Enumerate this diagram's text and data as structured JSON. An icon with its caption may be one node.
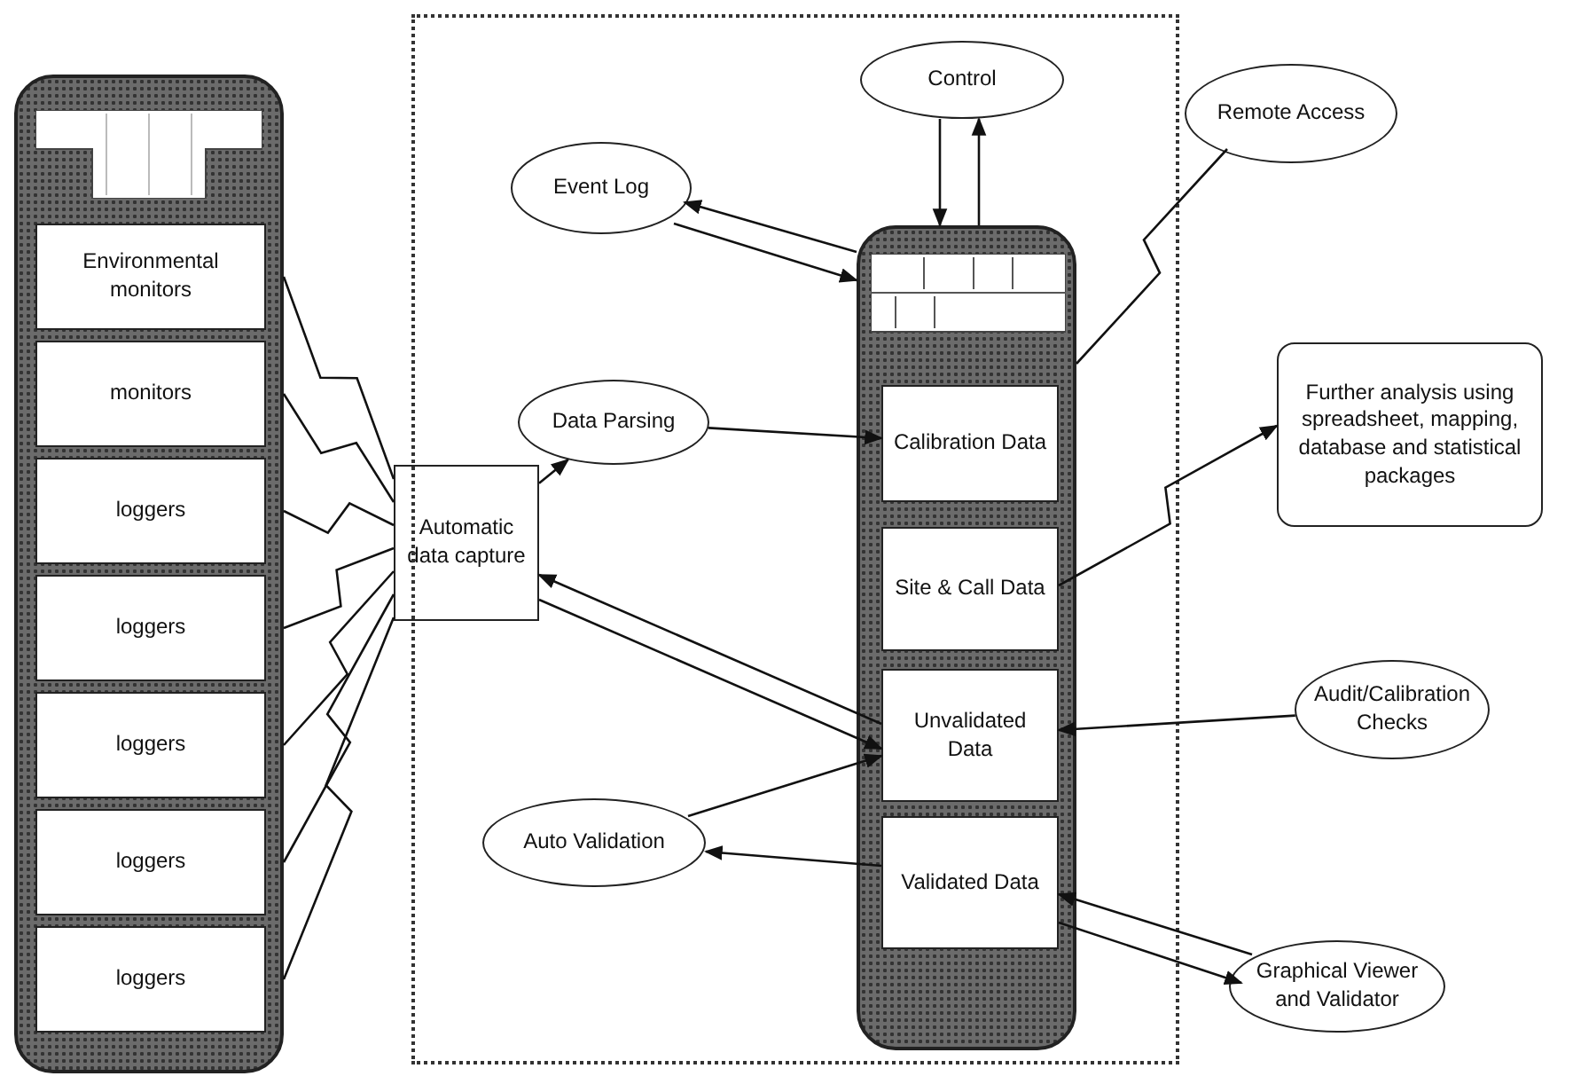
{
  "diagram": {
    "nodes": [
      {
        "text": [],
        "shape": "box"
      },
      {
        "text": [
          "Environmental monitors"
        ],
        "in": 0
      },
      {
        "text": [
          "monitors"
        ],
        "in": 0
      },
      {
        "text": [
          "loggers"
        ],
        "in": 0
      },
      {
        "text": [
          "loggers"
        ],
        "in": 0
      },
      {
        "text": [
          "loggers"
        ],
        "in": 0
      },
      {
        "text": [
          "loggers"
        ],
        "in": 0
      },
      {
        "text": [
          "loggers"
        ],
        "in": 0
      },
      {
        "text": [
          "Automatic data capture"
        ]
      },
      {
        "text": [],
        "shape": "box"
      },
      {
        "text": [
          "Control"
        ],
        "in": 9
      },
      {
        "text": [
          "Event Log"
        ],
        "in": 9
      },
      {
        "text": [
          "Data Parsing"
        ],
        "in": 9
      },
      {
        "text": [
          "Auto Validation"
        ],
        "in": 9
      },
      {
        "text": [],
        "shape": "box",
        "in": 9
      },
      {
        "text": [
          "Calibration Data"
        ],
        "in": 14
      },
      {
        "text": [
          "Site & Call Data"
        ],
        "in": 14
      },
      {
        "text": [
          "Unvalidated Data"
        ],
        "in": 14
      },
      {
        "text": [
          "Validated Data"
        ],
        "in": 14
      },
      {
        "text": [
          "Remote Access"
        ]
      },
      {
        "text": [
          "Further analysis using spreadsheet, mapping, database and statistical packages"
        ]
      },
      {
        "text": [
          "Audit/Calibration Checks"
        ]
      },
      {
        "text": [
          "Graphical Viewer and Validator"
        ]
      }
    ],
    "edges": [
      {
        "from": 1,
        "to": 8,
        "arrow": "none"
      },
      {
        "from": 2,
        "to": 8,
        "arrow": "none"
      },
      {
        "from": 3,
        "to": 8,
        "arrow": "none"
      },
      {
        "from": 4,
        "to": 8,
        "arrow": "none"
      },
      {
        "from": 5,
        "to": 8,
        "arrow": "none"
      },
      {
        "from": 6,
        "to": 8,
        "arrow": "none"
      },
      {
        "from": 7,
        "to": 8,
        "arrow": "none"
      },
      {
        "from": 8,
        "to": 12,
        "arrow": "to"
      },
      {
        "from": 12,
        "to": 15,
        "arrow": "to"
      },
      {
        "from": 17,
        "to": 8,
        "arrow": "to"
      },
      {
        "from": 8,
        "to": 17,
        "arrow": "to"
      },
      {
        "from": 14,
        "to": 11,
        "arrow": "to"
      },
      {
        "from": 11,
        "to": 14,
        "arrow": "to"
      },
      {
        "from": 10,
        "to": 14,
        "arrow": "to"
      },
      {
        "from": 14,
        "to": 10,
        "arrow": "to"
      },
      {
        "from": 19,
        "to": 14,
        "arrow": "none"
      },
      {
        "from": 16,
        "to": 20,
        "arrow": "to"
      },
      {
        "from": 21,
        "to": 17,
        "arrow": "to"
      },
      {
        "from": 13,
        "to": 17,
        "arrow": "to"
      },
      {
        "from": 18,
        "to": 13,
        "arrow": "to"
      },
      {
        "from": 22,
        "to": 18,
        "arrow": "to"
      },
      {
        "from": 18,
        "to": 22,
        "arrow": "to"
      }
    ]
  }
}
